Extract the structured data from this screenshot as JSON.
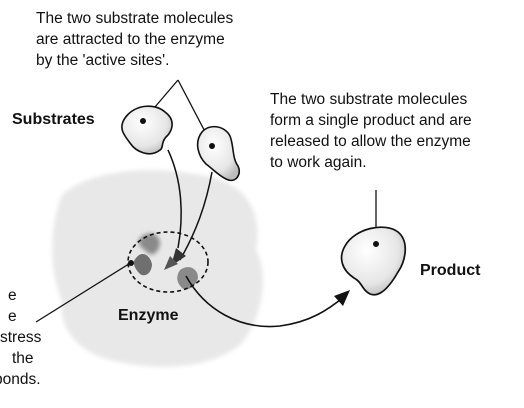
{
  "notes": {
    "top_lines": [
      "The two substrate molecules",
      "are attracted to the enzyme",
      "by the 'active sites'."
    ],
    "right_lines": [
      "The two substrate molecules",
      "form a single product and are",
      "released to allow the enzyme",
      "to work again."
    ],
    "left_lines": [
      "e",
      "e",
      "stress",
      "the",
      "bonds."
    ]
  },
  "labels": {
    "substrates": "Substrates",
    "enzyme": "Enzyme",
    "product": "Product"
  },
  "colors": {
    "ink": "#111111",
    "enzyme_fill": "#e9e9e9",
    "molecule_fill": "#efefef",
    "site_fill": "#888888"
  }
}
